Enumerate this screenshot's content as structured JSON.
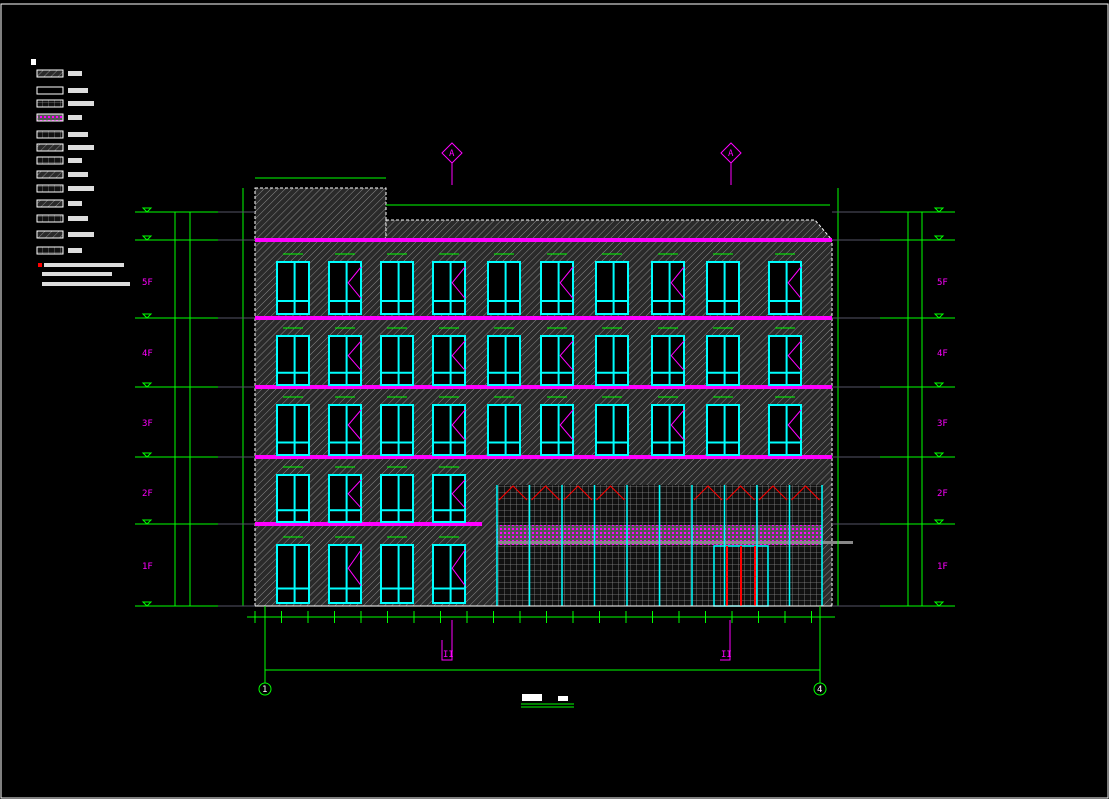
{
  "drawing": {
    "floors": [
      {
        "label": "5F"
      },
      {
        "label": "4F"
      },
      {
        "label": "3F"
      },
      {
        "label": "2F"
      },
      {
        "label": "1F"
      }
    ],
    "axes": {
      "left": "1",
      "right": "4"
    },
    "section_marks": [
      "A",
      "A"
    ],
    "bottom_marks": [
      "II",
      "II"
    ]
  },
  "colors": {
    "background": "#000000",
    "dimension": "#00ff00",
    "slab": "#ff00ff",
    "glass": "#00ffff",
    "wall": "#7f7f7f",
    "marker": "#ff0000"
  }
}
